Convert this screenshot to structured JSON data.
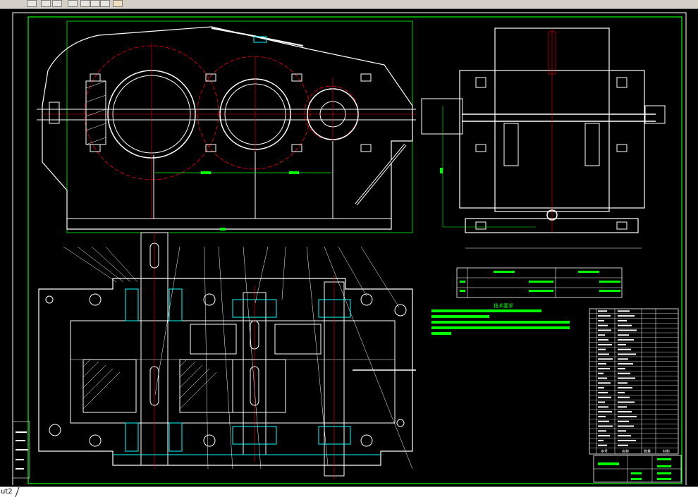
{
  "app": {
    "layout_tab_label": "ut2"
  },
  "toolbar": {
    "buttons": [
      "tool-1",
      "tool-2",
      "tool-3",
      "tool-4",
      "tool-5",
      "tool-6",
      "tool-7",
      "paint-icon"
    ]
  },
  "drawing": {
    "tech_requirements_title": "技术要求",
    "title_block_rows": [
      "",
      "",
      "",
      "",
      ""
    ],
    "parts_table_footer": [
      "序号",
      "名称",
      "数量",
      "材料"
    ],
    "colors": {
      "frame": "#00ff00",
      "outline": "#ffffff",
      "centerline": "#ff0000",
      "hatch": "#00ffff",
      "annotation": "#00ff00"
    }
  }
}
